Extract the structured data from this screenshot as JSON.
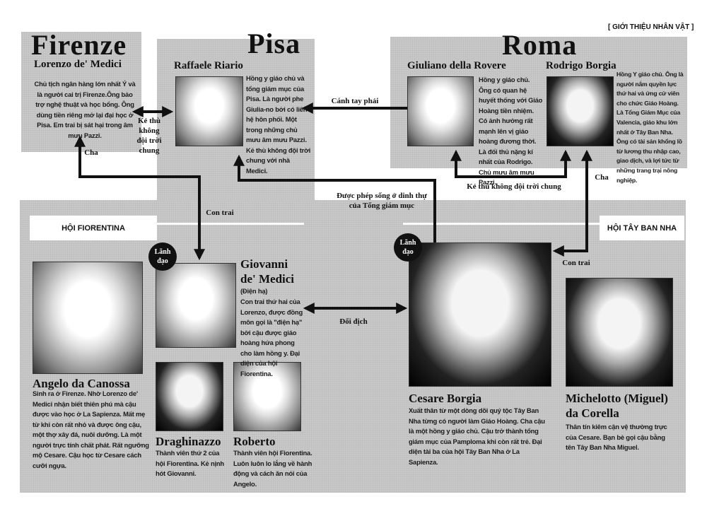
{
  "header": "[ GIỚI THIỆU NHÂN VẬT ]",
  "cities": {
    "firenze": "Firenze",
    "pisa": "Pisa",
    "roma": "Roma"
  },
  "groups": {
    "fiorentina": "HỘI FIORENTINA",
    "spain": "HỘI TÂY BAN NHA"
  },
  "leader_badge": "Lãnh đạo",
  "characters": {
    "lorenzo": {
      "name": "Lorenzo de' Medici",
      "desc": "Chủ tịch ngân hàng lớn nhất Ý và là người cai trị Firenze.Ông bảo trợ nghệ thuật và học bổng. Ông dùng tiền riêng mở lại đại học ở Pisa. Em trai bị sát hại trong âm mưu Pazzi."
    },
    "raffaele": {
      "name": "Raffaele Riario",
      "desc": "Hồng y giáo chủ và tổng giám mục của Pisa. Là người phe Giulia-no bởi có liên hệ hôn phối. Một trong những chủ mưu âm mưu Pazzi. Kẻ thù không đội trời chung với nhà Medici."
    },
    "giuliano": {
      "name": "Giuliano della Rovere",
      "desc": "Hồng y giáo chủ. Ông có quan hệ huyết thống với Giáo Hoàng tiền nhiệm. Có ảnh hưởng rất mạnh lên vị giáo hoàng đương thời. Là đối thủ nặng kí nhất của Rodrigo. Chủ mưu âm mưu Pazzi."
    },
    "rodrigo": {
      "name": "Rodrigo Borgia",
      "desc": "Hồng Y giáo chủ. Ông là người nắm quyền lực thứ hai và ứng cử viên cho chức Giáo Hoàng. Là Tổng Giám Mục của Valencia, giáo khu lớn nhất ở Tây Ban Nha. Ông có tài sản khổng lồ từ lương thu nhập cao, giao dịch, và lợi tức từ những trang trại nông nghiệp."
    },
    "giovanni": {
      "name": "Giovanni de' Medici",
      "title": "(Điện hạ)",
      "desc": "Con trai thứ hai của Lorenzo, được đồng môn gọi là \"điện hạ\" bởi cậu được giáo hoàng hứa phong cho làm hồng y. Đại diện của hội Fiorentina."
    },
    "angelo": {
      "name": "Angelo da Canossa",
      "desc": "Sinh ra ở Firenze. Nhờ Lorenzo de' Medici nhận biết thiên phú mà cậu được vào học ở La Sapienza. Mất mẹ từ khi còn rất nhỏ và được ông cậu, một thợ xây đá, nuôi dưỡng. Là một người trực tính chất phát. Rất ngưỡng mộ Cesare. Cậu học từ Cesare cách cưỡi ngựa."
    },
    "draghinazzo": {
      "name": "Draghinazzo",
      "desc": "Thành viên thứ 2 của hội Fiorentina. Kẻ nịnh hót Giovanni."
    },
    "roberto": {
      "name": "Roberto",
      "desc": "Thành viên hội Fiorentina. Luôn luôn lo lắng về hành động và cách ăn nói của Angelo."
    },
    "cesare": {
      "name": "Cesare Borgia",
      "desc": "Xuất thân từ một dòng dõi quý tộc Tây Ban Nha từng có người làm Giáo Hoàng. Cha cậu là một hồng y giáo chủ. Cậu trở thành tổng giám mục của Pamploma khi còn rất trẻ. Đại diện tài ba của hội Tây Ban Nha ở La Sapienza."
    },
    "michelotto": {
      "name": "Michelotto (Miguel) da Corella",
      "desc": "Thân tín kiêm cận vệ thường trực của Cesare. Bạn bè gọi cậu bằng tên Tây Ban Nha Miguel."
    }
  },
  "relations": {
    "lorenzo_raffaele": "Kẻ thù không đội trời chung",
    "giuliano_raffaele": "Cánh tay phải",
    "father": "Cha",
    "son": "Con trai",
    "cesare_raffaele": "Được phép sống ở dinh thự của Tổng giám mục",
    "giuliano_rodrigo": "Kẻ thù không đội trời chung",
    "rivals": "Đối địch"
  },
  "colors": {
    "panel": "#c9c9c9",
    "ink": "#111111",
    "label_bg": "#ffffff"
  }
}
